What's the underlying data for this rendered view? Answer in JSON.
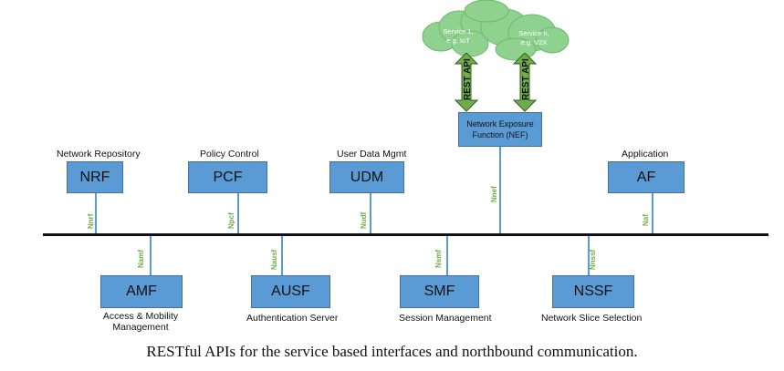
{
  "top_functions": [
    {
      "name": "NRF",
      "label": "Network Repository",
      "iface": "Nnrf"
    },
    {
      "name": "PCF",
      "label": "Policy Control",
      "iface": "Npcf"
    },
    {
      "name": "UDM",
      "label": "User Data Mgmt",
      "iface": "Nudf"
    },
    {
      "name": "AF",
      "label": "Application",
      "iface": "Naf"
    }
  ],
  "bottom_functions": [
    {
      "name": "AMF",
      "label_line1": "Access & Mobility",
      "label_line2": "Management",
      "iface": "Namf"
    },
    {
      "name": "AUSF",
      "label_line1": "Authentication Server",
      "label_line2": "",
      "iface": "Nausf"
    },
    {
      "name": "SMF",
      "label_line1": "Session Management",
      "label_line2": "",
      "iface": "Nsmf"
    },
    {
      "name": "NSSF",
      "label_line1": "Network Slice Selection",
      "label_line2": "",
      "iface": "Nnssf"
    }
  ],
  "nef": {
    "line1": "Network Exposure",
    "line2": "Function (NEF)",
    "iface": "Nnef"
  },
  "clouds": [
    {
      "line1": "Service 1,",
      "line2": "e.g. IoT"
    },
    {
      "line1": "Service n,",
      "line2": "e.g. V2X"
    }
  ],
  "rest_api_label": "REST API",
  "caption": "RESTful APIs for the service based interfaces and northbound communication.",
  "colors": {
    "box": "#5b9bd5",
    "cloud": "#8fd18f",
    "iface_text": "#70ad47",
    "arrow": "#70ad47"
  }
}
